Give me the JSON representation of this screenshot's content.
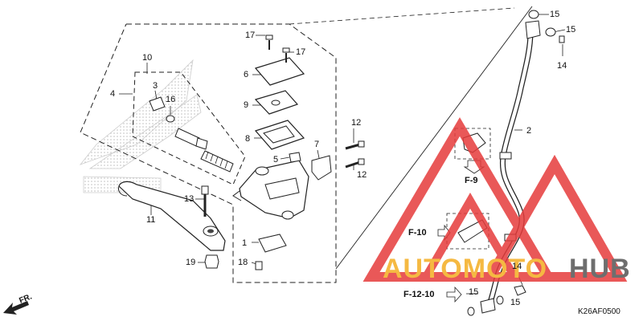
{
  "diagram": {
    "code": "K26AF0500",
    "front_arrow": "FR.",
    "watermark": {
      "part1": "AUTOMOTO",
      "part2": "HUB",
      "color1": "#f5b942",
      "color2": "#6e6e6e",
      "triangle_color": "#e63b3b"
    },
    "refs": {
      "f9": "F-9",
      "f10": "F-10",
      "f1210": "F-12-10"
    },
    "callouts": {
      "c1": "1",
      "c2": "2",
      "c3": "3",
      "c4": "4",
      "c5": "5",
      "c6": "6",
      "c7": "7",
      "c8": "8",
      "c9": "9",
      "c10": "10",
      "c11": "11",
      "c12a": "12",
      "c12b": "12",
      "c13": "13",
      "c14a": "14",
      "c14b": "14",
      "c15a": "15",
      "c15b": "15",
      "c15c": "15",
      "c15d": "15",
      "c16": "16",
      "c17a": "17",
      "c17b": "17",
      "c18": "18",
      "c19": "19"
    }
  }
}
